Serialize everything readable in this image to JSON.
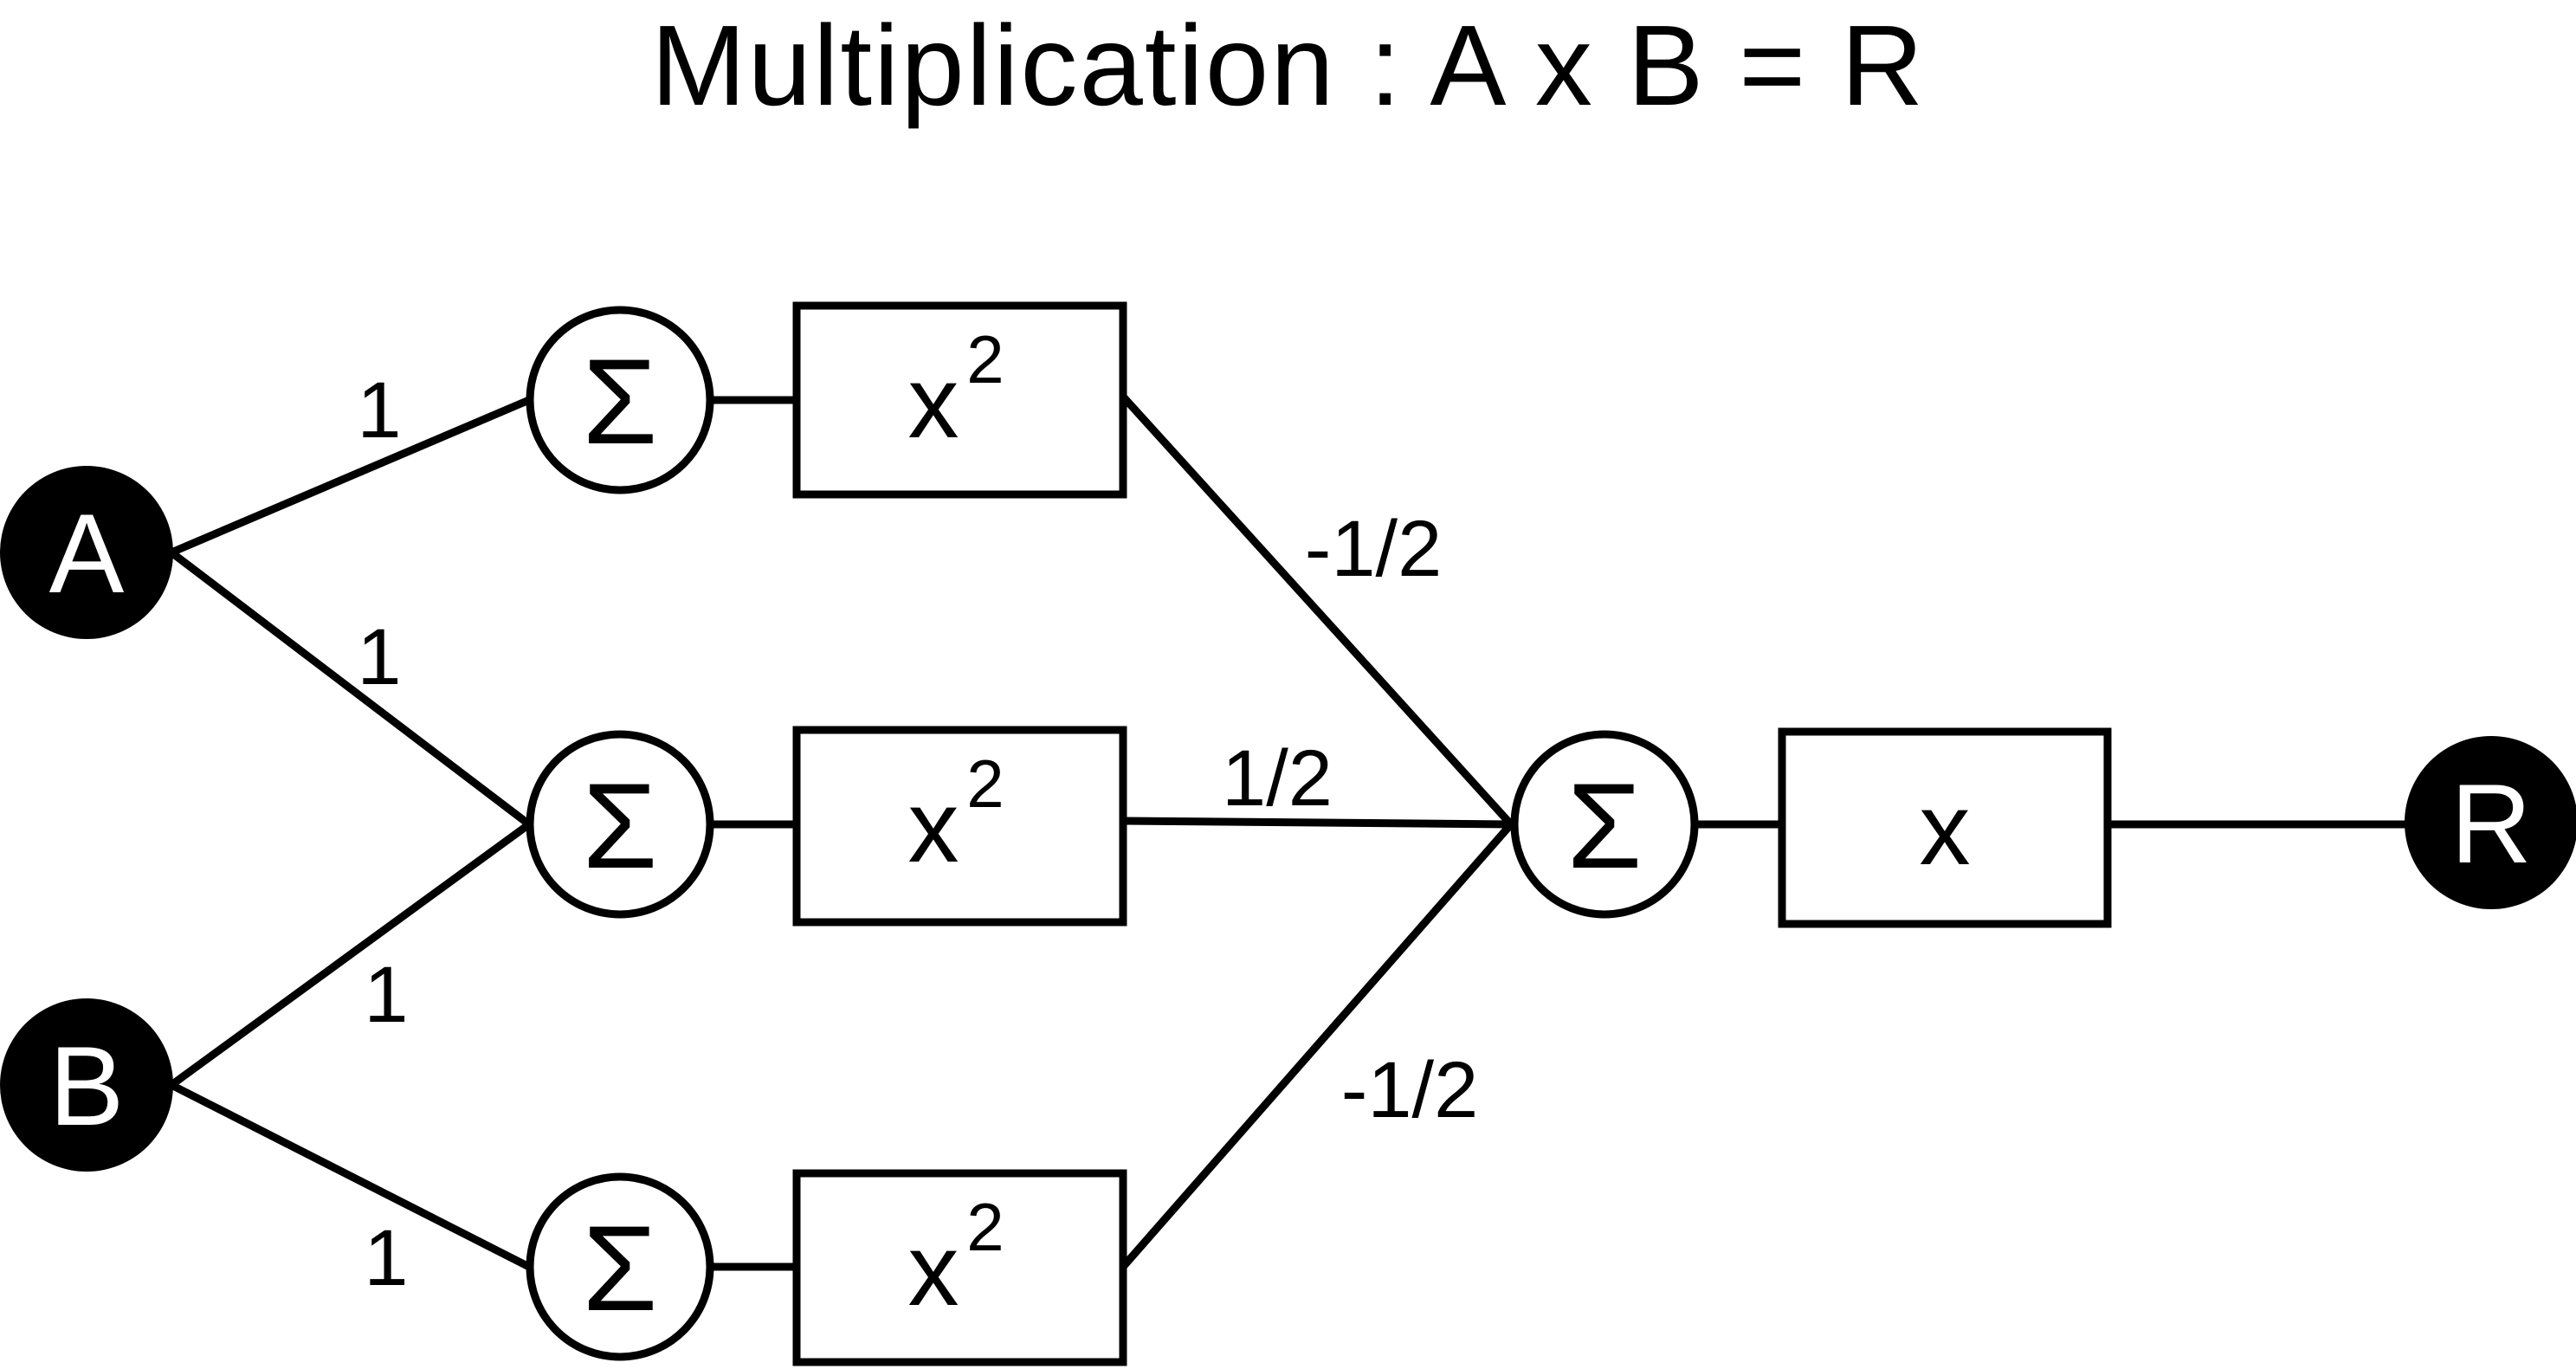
{
  "title": "Multiplication : A x B = R",
  "colors": {
    "ink": "#000000",
    "paper": "#ffffff"
  },
  "inputs": [
    {
      "label": "A"
    },
    {
      "label": "B"
    }
  ],
  "output": {
    "label": "R"
  },
  "sum_symbol": "Σ",
  "square_box": {
    "base": "x",
    "exponent": "2"
  },
  "final_box": {
    "label": "x"
  },
  "weights": {
    "a_to_top": "1",
    "a_to_middle": "1",
    "b_to_middle": "1",
    "b_to_bottom": "1",
    "top_to_sum": "-1/2",
    "middle_to_sum": "1/2",
    "bottom_to_sum": "-1/2"
  }
}
